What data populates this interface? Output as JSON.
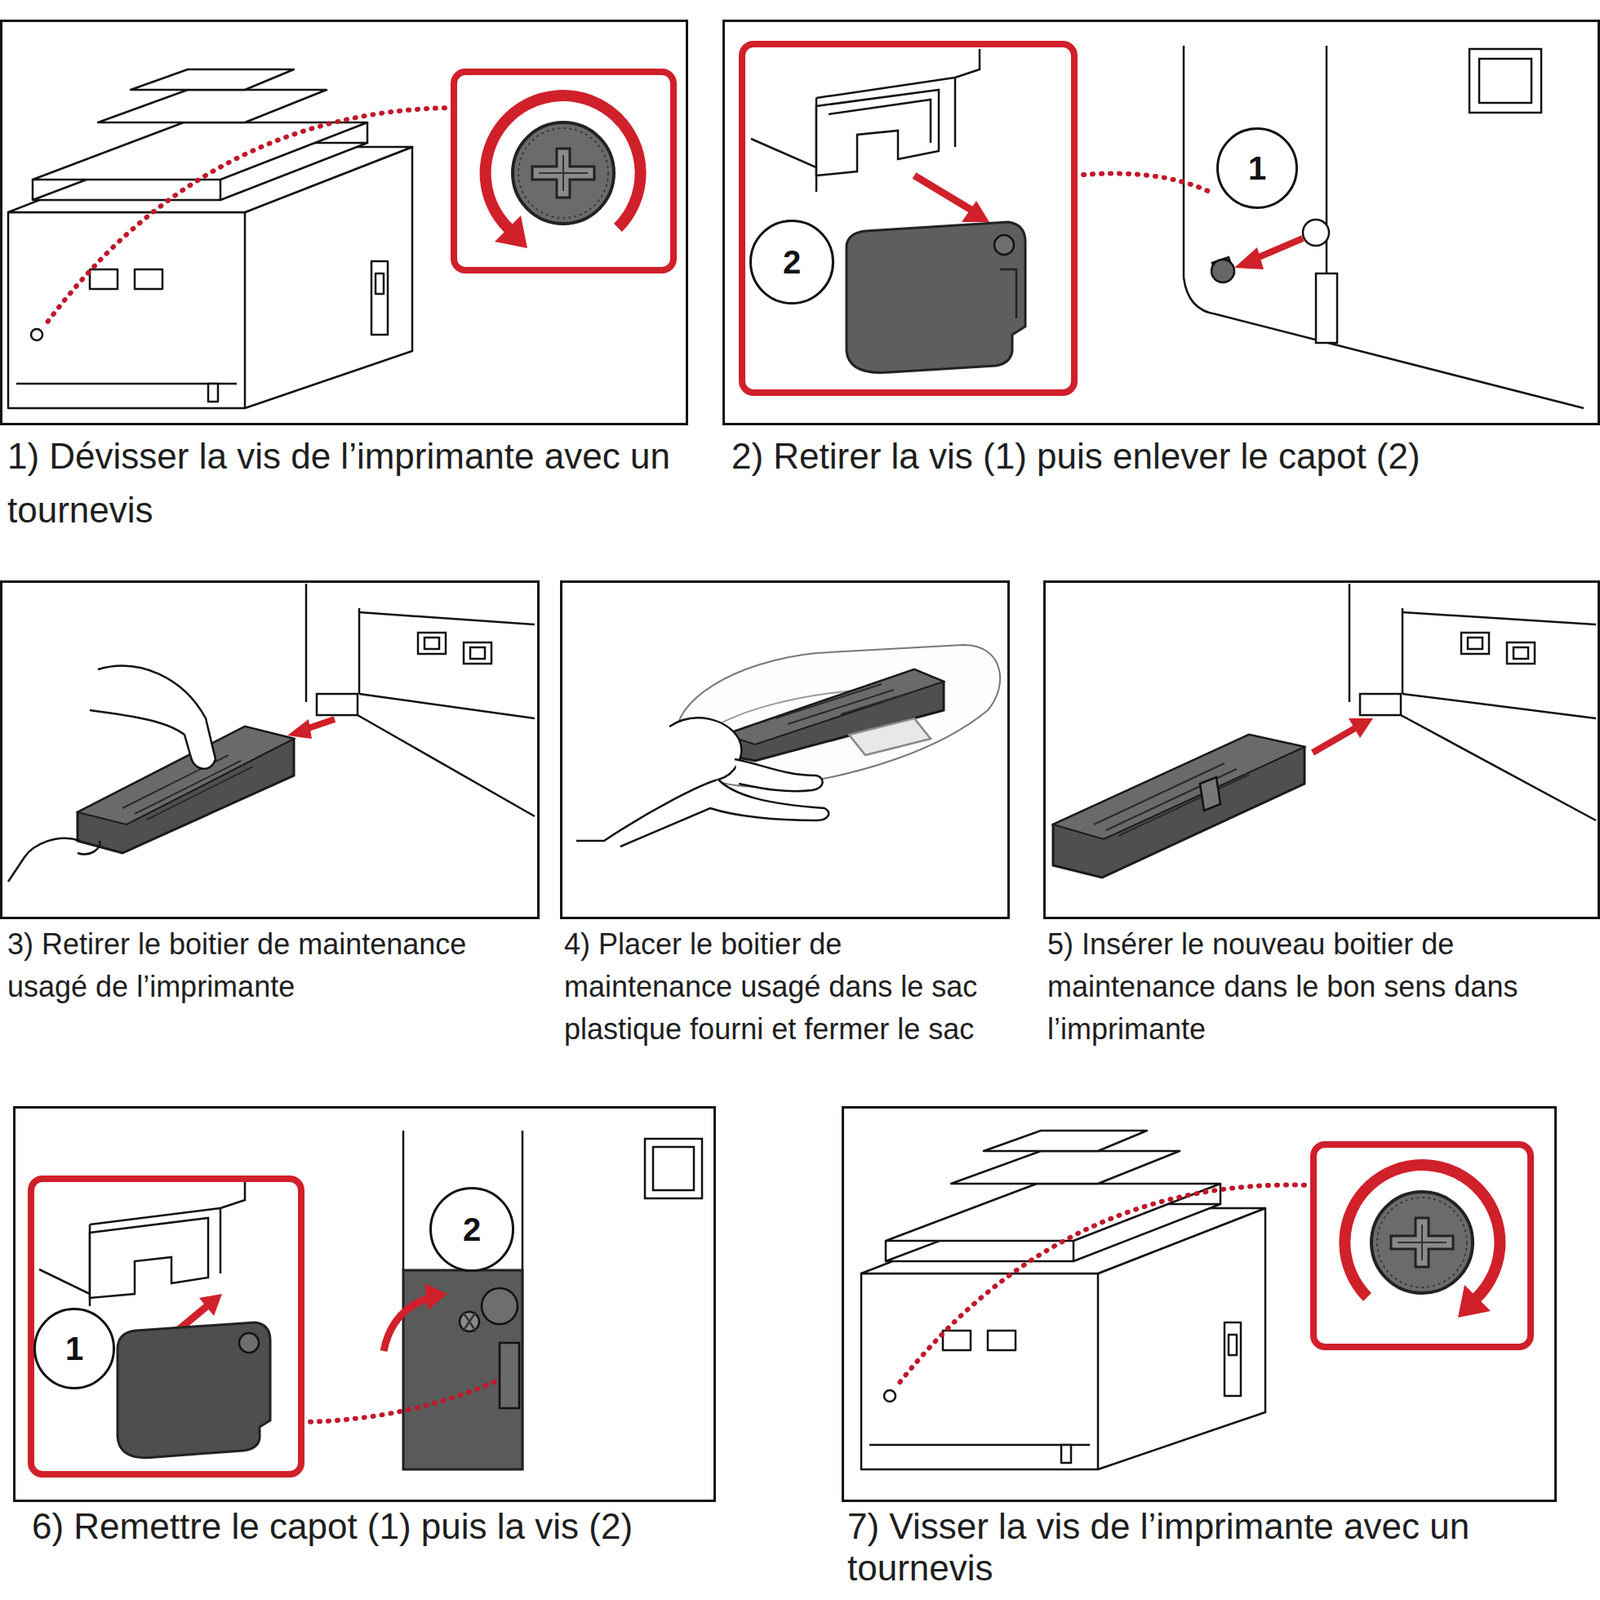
{
  "diagram": {
    "nodes": [
      {
        "text": [
          "1) Dévisser la vis de l’imprimante avec un tournevis"
        ]
      },
      {
        "text": [
          "2) Retirer la vis (1) puis enlever le capot (2)"
        ]
      },
      {
        "text": [
          "2"
        ],
        "in": 1
      },
      {
        "text": [
          "1"
        ],
        "in": 1
      },
      {
        "text": [
          "3) Retirer le boitier de maintenance usagé de l’imprimante"
        ]
      },
      {
        "text": [
          "4) Placer le boitier de maintenance usagé dans le sac plastique fourni et fermer le sac"
        ]
      },
      {
        "text": [
          "5) Insérer le nouveau boitier de maintenance dans le bon sens dans l’imprimante"
        ]
      },
      {
        "text": [
          "6) Remettre le capot (1) puis la vis (2)"
        ]
      },
      {
        "text": [
          "1"
        ],
        "in": 7
      },
      {
        "text": [
          "2"
        ],
        "in": 7
      },
      {
        "text": [
          "7) Visser la vis de l’imprimante avec un tournevis"
        ]
      }
    ]
  }
}
